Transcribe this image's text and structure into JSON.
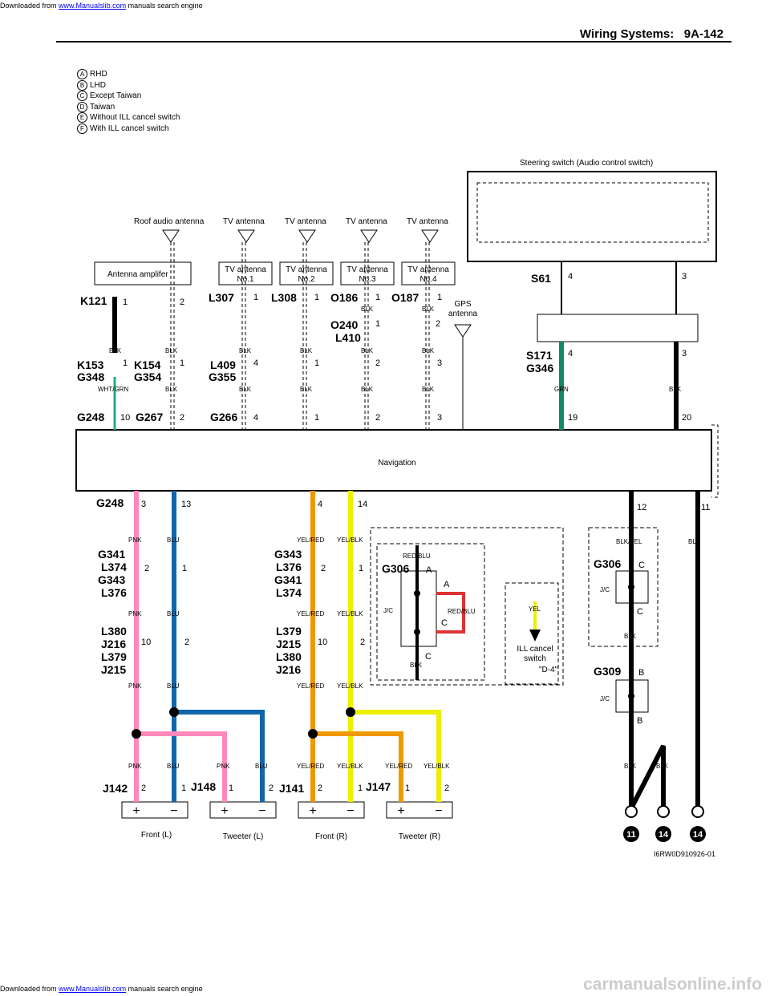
{
  "header": {
    "title": "Wiring Systems:",
    "page": "9A-142"
  },
  "download": {
    "prefix": "Downloaded from ",
    "link": "www.Manualslib.com",
    "suffix": " manuals search engine"
  },
  "watermark": "carmanualsonline.info",
  "legend": [
    {
      "letter": "A",
      "text": "RHD"
    },
    {
      "letter": "B",
      "text": "LHD"
    },
    {
      "letter": "C",
      "text": "Except Taiwan"
    },
    {
      "letter": "D",
      "text": "Taiwan"
    },
    {
      "letter": "E",
      "text": "Without ILL cancel switch"
    },
    {
      "letter": "F",
      "text": "With ILL cancel switch"
    }
  ],
  "diagram": {
    "steering_switch": "Steering switch (Audio control switch)",
    "roof_antenna": "Roof audio antenna",
    "tv_antenna": "TV antenna",
    "antenna_amp": "Antenna amplifer",
    "tv1": "TV antenna",
    "tv1b": "No.1",
    "tv2": "TV antenna",
    "tv2b": "No.2",
    "tv3": "TV antenna",
    "tv3b": "No.3",
    "tv4": "TV antenna",
    "tv4b": "No.4",
    "gps": "GPS",
    "gps2": "antenna",
    "navigation": "Navigation",
    "ill_switch": "ILL cancel",
    "ill_switch2": "switch",
    "d4": "\"D-4\"",
    "front_l": "Front (L)",
    "tweeter_l": "Tweeter (L)",
    "front_r": "Front (R)",
    "tweeter_r": "Tweeter (R)",
    "code": "I6RW0D910926-01",
    "conn": {
      "k121": "K121",
      "k153": "K153",
      "g348": "G348",
      "k154": "K154",
      "g354": "G354",
      "g248": "G248",
      "g267": "G267",
      "l307": "L307",
      "l308": "L308",
      "o186": "O186",
      "o187": "O187",
      "o240": "O240",
      "l410": "L410",
      "l409": "L409",
      "g355": "G355",
      "g266": "G266",
      "s61": "S61",
      "s171": "S171",
      "g346": "G346",
      "g341": "G341",
      "l374": "L374",
      "g343": "G343",
      "l376": "L376",
      "l380": "L380",
      "j216": "J216",
      "l379": "L379",
      "j215": "J215",
      "g306": "G306",
      "g309": "G309",
      "j142": "J142",
      "j148": "J148",
      "j141": "J141",
      "j147": "J147",
      "jc": "J/C",
      "g11": "11",
      "g14": "14"
    },
    "wires": {
      "blk": "BLK",
      "grn": "GRN",
      "wht_grn": "WHT/GRN",
      "pnk": "PNK",
      "blu": "BLU",
      "yel_red": "YEL/RED",
      "yel_blk": "YEL/BLK",
      "red_blu": "RED/BLU",
      "yel": "YEL",
      "blk_yel": "BLK/YEL"
    }
  }
}
